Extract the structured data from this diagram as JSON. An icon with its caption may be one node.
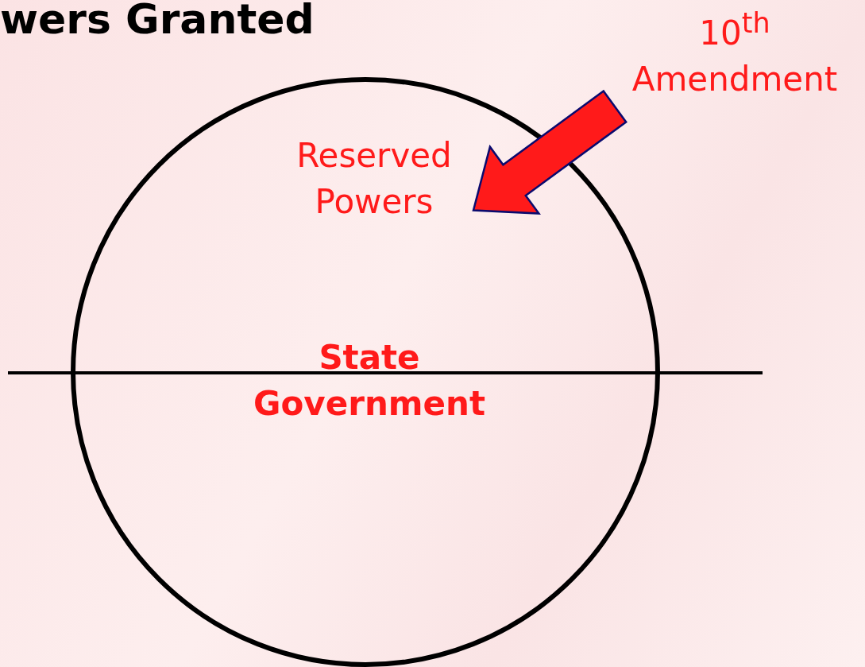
{
  "diagram": {
    "title": "wers Granted",
    "nodes": [
      {
        "text": [
          "State Government"
        ]
      },
      {
        "text": [
          "Reserved Powers"
        ],
        "in": 0
      },
      {
        "text": [
          "10$^{th}$ Amendment"
        ]
      }
    ],
    "edges": [
      {
        "from": 2,
        "to": 1,
        "arrow": "to",
        "style": "thick",
        "color": "#ff1a1a"
      }
    ]
  }
}
